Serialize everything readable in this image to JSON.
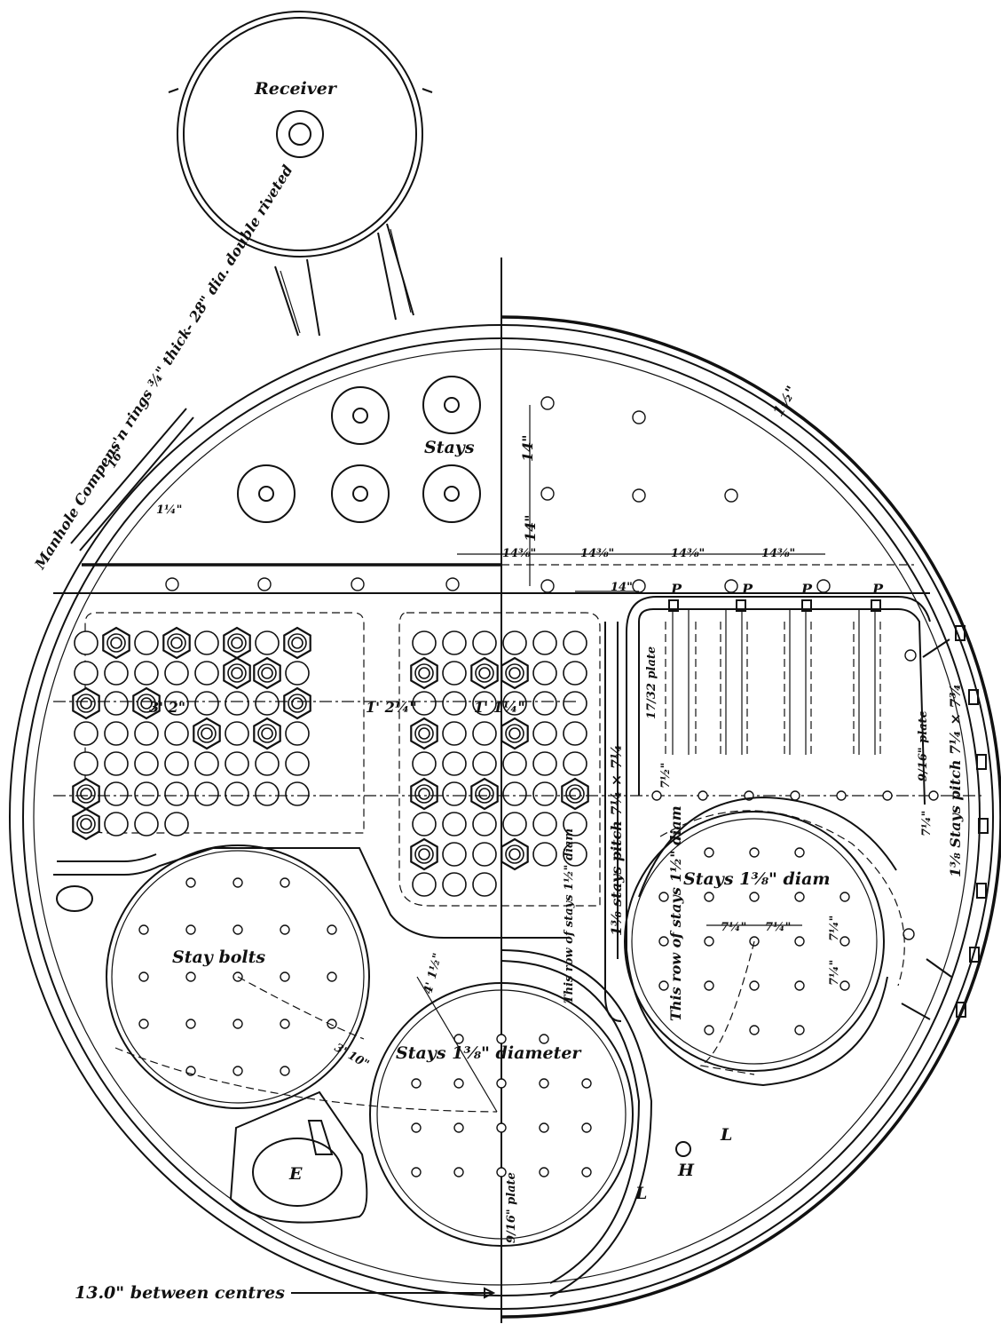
{
  "labels": {
    "receiver": "Receiver",
    "manhole": "Manhole Compens'n rings ¾\" thick- 28\" dia. double riveted",
    "stays_top": "Stays",
    "stay_bolts": "Stay bolts",
    "stays_bottom": "Stays 1⅜\" diameter",
    "stays_right": "Stays 1⅜\" diam",
    "between_centres": "13.0\" between centres",
    "plate_bottom": "9/16\" plate",
    "plate_right": "9/16\" plate",
    "plate_mid": "17/32 plate",
    "row_stays_left": "This row of stays 1½\" diam",
    "row_stays_right": "This row of stays 1½\" diam",
    "stays_pitch_left": "1⅜ stays pitch 7¼ × 7¼",
    "stays_pitch_right": "1⅜ Stays pitch 7¼ × 7¾",
    "letter_e": "E",
    "letter_h": "H",
    "letter_l1": "L",
    "letter_l2": "L",
    "letter_p1": "P",
    "letter_p2": "P",
    "letter_p3": "P",
    "letter_p4": "P",
    "shell_thickness": "1½\""
  },
  "dimensions": {
    "d_16": "16\"",
    "d_1_4": "1¼\"",
    "d_14_vert1": "14\"",
    "d_14_vert2": "14\"",
    "d_14_horiz": "14\"",
    "d_1438_a": "14⅜\"",
    "d_1438_b": "14⅜\"",
    "d_1438_c": "14⅜\"",
    "d_1438_d": "14⅜\"",
    "d_3_2": "3' 2\"",
    "d_1_2q": "1' 2¼\"",
    "d_1_1q": "1' 1¼\"",
    "d_4_1h": "4' 1½\"",
    "d_3_10": "3' 10\"",
    "d_7q_a": "7¼\"",
    "d_7q_b": "7¼\"",
    "d_7q_c": "7¼\"",
    "d_7q_d": "7¼\"",
    "d_7h": "7½\"",
    "d_7q_r": "7¼\""
  }
}
